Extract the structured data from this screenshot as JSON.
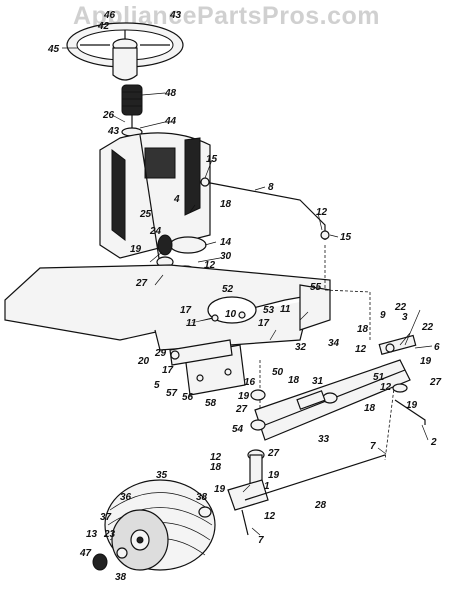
{
  "watermark": "AppliancePartsPros.com",
  "labels": {
    "l1": "1",
    "l2": "2",
    "l3": "3",
    "l4": "4",
    "l5": "5",
    "l6": "6",
    "l7a": "7",
    "l7b": "7",
    "l8": "8",
    "l9": "9",
    "l10": "10",
    "l11a": "11",
    "l11b": "11",
    "l12a": "12",
    "l12b": "12",
    "l12c": "12",
    "l12d": "12",
    "l12e": "12",
    "l12f": "12",
    "l13": "13",
    "l14": "14",
    "l15a": "15",
    "l15b": "15",
    "l16": "16",
    "l17a": "17",
    "l17b": "17",
    "l17c": "17",
    "l18a": "18",
    "l18b": "18",
    "l18c": "18",
    "l18d": "18",
    "l19a": "19",
    "l19b": "19",
    "l19c": "19",
    "l19d": "19",
    "l19e": "19",
    "l20": "20",
    "l22a": "22",
    "l22b": "22",
    "l23": "23",
    "l24": "24",
    "l25": "25",
    "l26": "26",
    "l27a": "27",
    "l27b": "27",
    "l27c": "27",
    "l27d": "27",
    "l28": "28",
    "l29": "29",
    "l30": "30",
    "l31": "31",
    "l32": "32",
    "l33": "33",
    "l34": "34",
    "l35": "35",
    "l36": "36",
    "l37": "37",
    "l38a": "38",
    "l38b": "38",
    "l42": "42",
    "l43": "43",
    "l44": "44",
    "l45": "45",
    "l46": "46",
    "l47": "47",
    "l48": "48",
    "l50": "50",
    "l51": "51",
    "l52": "52",
    "l53": "53",
    "l54": "54",
    "l55": "55",
    "l56": "56",
    "l57": "57",
    "l58": "58"
  }
}
